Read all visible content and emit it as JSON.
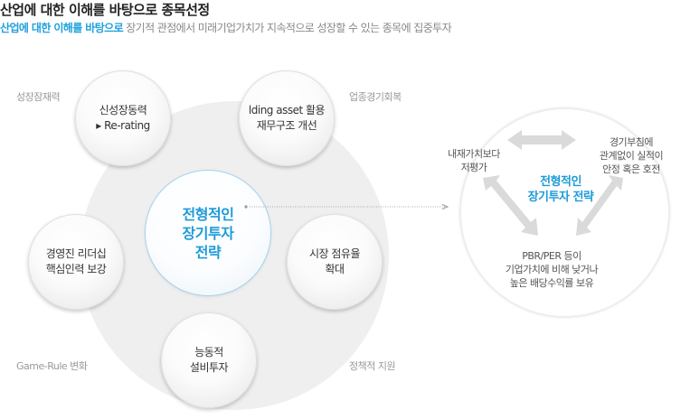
{
  "header": {
    "title": "산업에 대한 이해를 바탕으로 종목선정",
    "subtitle_highlight": "산업에 대한 이해를 바탕으로",
    "subtitle_rest": " 장기적 관점에서 미래기업가치가 지속적으로 성장할 수 있는 종목에 집중투자"
  },
  "left_diagram": {
    "corner_labels": {
      "top_left": "성장잠재력",
      "top_right": "업종경기회복",
      "bottom_left": "Game-Rule 변화",
      "bottom_right": "정책적 지원"
    },
    "center": {
      "line1": "전형적인",
      "line2": "장기투자",
      "line3": "전략"
    },
    "satellites": {
      "top_left": {
        "line1": "신성장동력",
        "line2": "▸ Re-rating"
      },
      "top_right": {
        "line1": "lding asset 활용",
        "line2": "재무구조 개선"
      },
      "right": {
        "line1": "시장 점유율",
        "line2": "확대"
      },
      "bottom": {
        "line1": "능동적",
        "line2": "설비투자"
      },
      "left": {
        "line1": "경영진 리더십",
        "line2": "핵심인력 보강"
      }
    }
  },
  "right_diagram": {
    "center": {
      "line1": "전형적인",
      "line2": "장기투자 전략"
    },
    "left_text": {
      "line1": "내재가치보다",
      "line2": "저평가"
    },
    "right_text": {
      "line1": "경기부침에",
      "line2": "관계없이 실적이",
      "line3": "안정 혹은 호전"
    },
    "bottom_text": {
      "line1": "PBR/PER 등이",
      "line2": "기업가치에 비해 낮거나",
      "line3": "높은 배당수익률 보유"
    },
    "arrow_color": "#d8d8d8"
  },
  "colors": {
    "accent": "#1fa0dc",
    "disc": "#efefef"
  }
}
